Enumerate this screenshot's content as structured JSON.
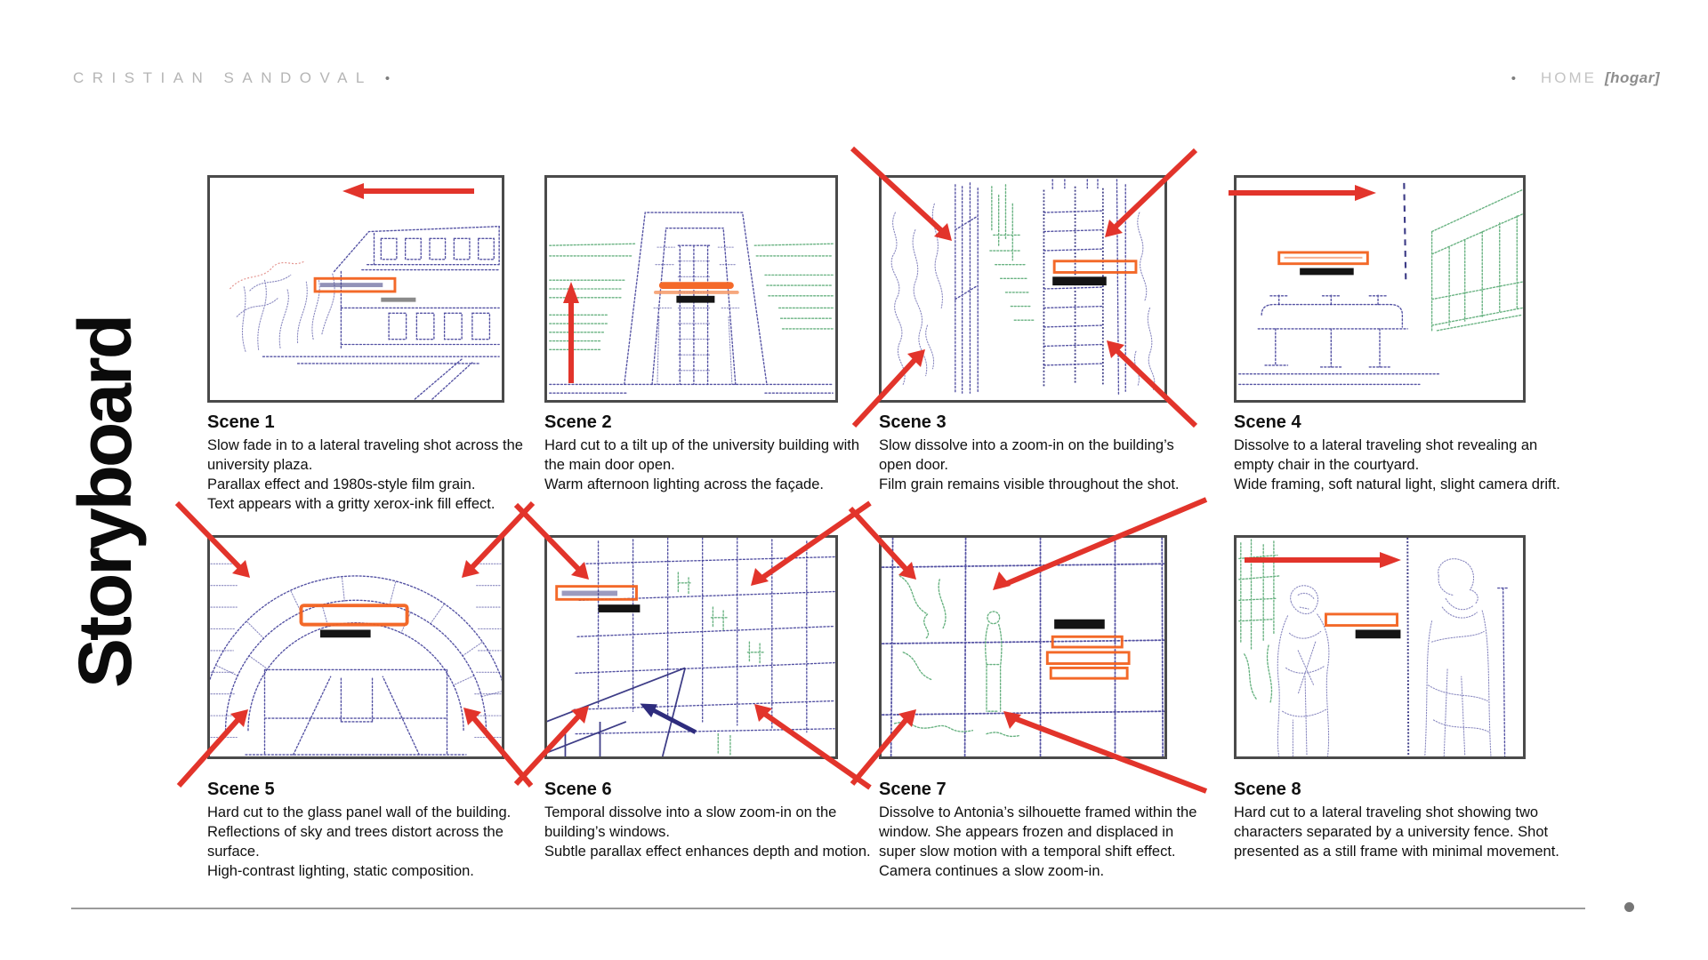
{
  "header": {
    "author": "CRISTIAN SANDOVAL",
    "author_dot": "•",
    "home": {
      "dot": "•",
      "label": "HOME",
      "translation": "[hogar]"
    }
  },
  "page_title": "Storyboard",
  "scenes": [
    {
      "title": "Scene 1",
      "description": "Slow fade in to a lateral traveling shot across the university plaza.\nParallax effect and 1980s-style film grain.\nText appears with a gritty xerox-ink fill effect.",
      "camera_motion": "pan-left"
    },
    {
      "title": "Scene 2",
      "description": "Hard cut to a tilt up of the university building with the main door open.\nWarm afternoon lighting across the façade.",
      "camera_motion": "tilt-up"
    },
    {
      "title": "Scene 3",
      "description": "Slow dissolve into a zoom-in on the building’s open door.\nFilm grain remains visible throughout the shot.",
      "camera_motion": "zoom-in"
    },
    {
      "title": "Scene 4",
      "description": "Dissolve to a lateral traveling shot revealing an empty chair in the courtyard.\nWide framing, soft natural light, slight camera drift.",
      "camera_motion": "pan-right"
    },
    {
      "title": "Scene 5",
      "description": "Hard cut to the glass panel wall of the building. Reflections of sky and trees distort across the surface.\nHigh-contrast lighting, static composition.",
      "camera_motion": "zoom-in"
    },
    {
      "title": "Scene 6",
      "description": "Temporal dissolve into a slow zoom-in on the building’s windows.\nSubtle parallax effect enhances depth and motion.",
      "camera_motion": "zoom-in"
    },
    {
      "title": "Scene 7",
      "description": "Dissolve to Antonia’s silhouette framed within the window. She appears frozen and displaced in super slow motion with a temporal shift effect. Camera continues a slow zoom-in.",
      "camera_motion": "zoom-in"
    },
    {
      "title": "Scene 8",
      "description": "Hard cut to a lateral traveling shot showing two characters separated by a university fence. Shot presented as a still frame with minimal movement.",
      "camera_motion": "pan-right"
    }
  ],
  "colors": {
    "ink_navy": "#3c3a96",
    "sketch_green": "#4ea56b",
    "highlight_orange": "#f2611d",
    "arrow_red": "#e2342b",
    "accent_pink": "#dd7b74",
    "redaction_black": "#141414"
  }
}
